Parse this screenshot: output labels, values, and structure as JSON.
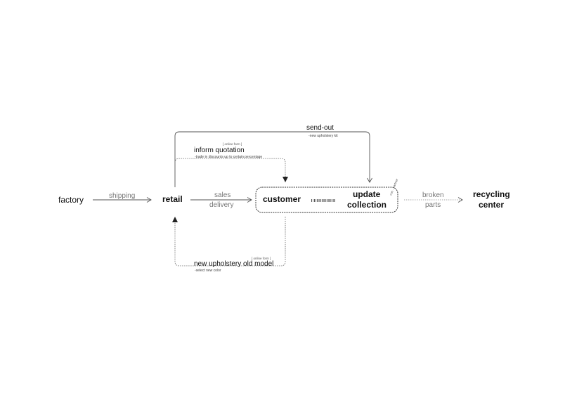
{
  "nodes": {
    "factory": "factory",
    "retail": "retail",
    "customer": "customer",
    "update_collection": [
      "update",
      "collection"
    ],
    "recycling_center": [
      "recycling",
      "center"
    ]
  },
  "edges": {
    "shipping": "shipping",
    "sales_delivery": [
      "sales",
      "delivery"
    ],
    "broken_parts": [
      "broken",
      "parts"
    ],
    "send_out": {
      "label": "send-out",
      "note": "-new upholstery kit"
    },
    "inform_quotation": {
      "tag": "[ online form ]",
      "label": "inform quotation",
      "note": "-trade in discounts up to certain percentage"
    },
    "new_upholstery": {
      "tag": "[ online form ]",
      "label": "new upholstery old model",
      "note": "-select new color"
    },
    "hub_tag": "cus · partner"
  }
}
